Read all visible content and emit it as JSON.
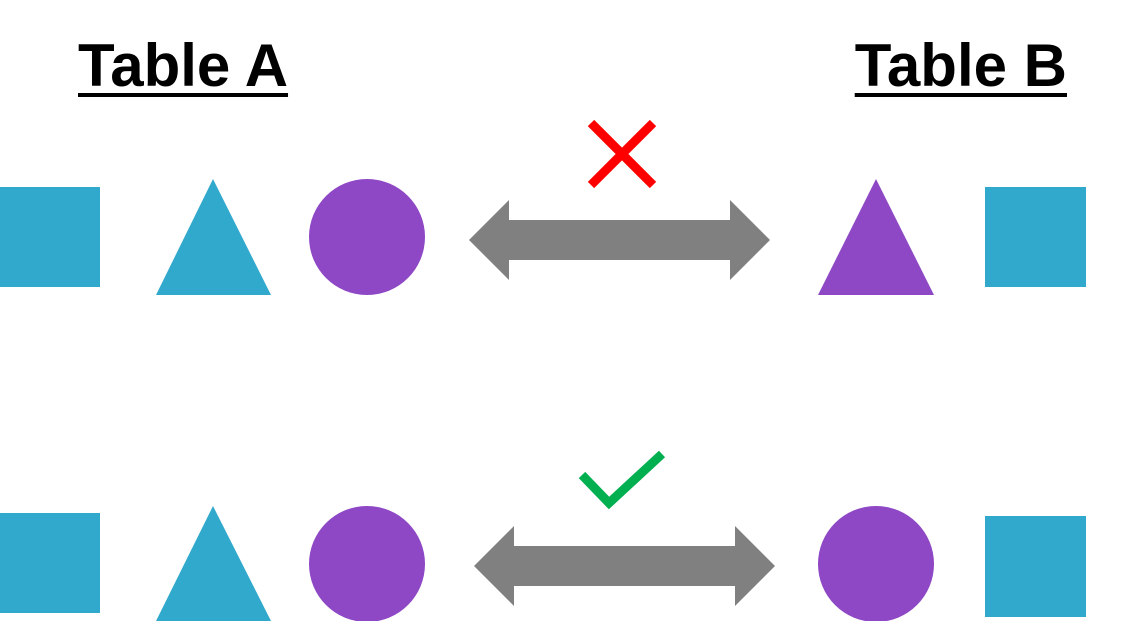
{
  "titles": {
    "table_a": "Table A",
    "table_b": "Table B"
  },
  "colors": {
    "blue": "#31A9CC",
    "purple": "#8E47C5",
    "arrow": "#808080",
    "cross": "#FF0000",
    "check": "#00B050"
  },
  "rows": [
    {
      "table_a": [
        "square",
        "triangle",
        "circle"
      ],
      "table_b": [
        "triangle",
        "square"
      ],
      "match": false,
      "match_icon": "cross-icon"
    },
    {
      "table_a": [
        "square",
        "triangle",
        "circle"
      ],
      "table_b": [
        "circle",
        "square"
      ],
      "match": true,
      "match_icon": "checkmark-icon"
    }
  ]
}
